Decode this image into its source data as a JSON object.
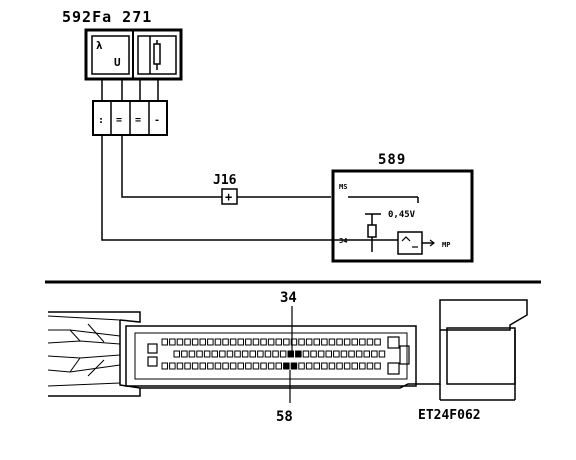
{
  "sensor": {
    "title": "592Fa  271",
    "lambda_symbol": "λ",
    "u_symbol": "U"
  },
  "connector_pins": [
    ":",
    "=",
    "=",
    "-"
  ],
  "junction": {
    "label": "J16",
    "symbol": "+"
  },
  "ecu": {
    "title": "589",
    "pin_upper": "MS",
    "voltage": "0,45V",
    "pin_lower": "34",
    "amp_out": "MP"
  },
  "connector_view": {
    "pin_top": "34",
    "pin_bottom": "58",
    "reference": "ET24F062"
  },
  "colors": {
    "ink": "#000000",
    "background": "#ffffff"
  }
}
